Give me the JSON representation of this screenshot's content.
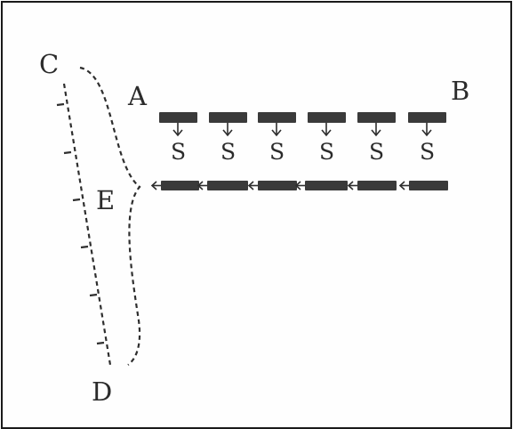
{
  "points": {
    "a": "A",
    "b": "B",
    "c": "C",
    "d": "D",
    "e": "E"
  },
  "source_label": "S",
  "source_count": 6,
  "lower_segment_count": 6
}
